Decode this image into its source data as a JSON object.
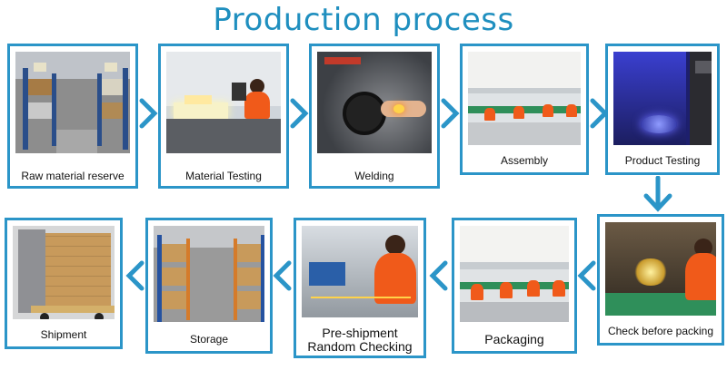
{
  "title": "Production process",
  "steps": [
    {
      "id": "raw-material-reserve",
      "label": "Raw material reserve",
      "photo": "warehouse-shelves"
    },
    {
      "id": "material-testing",
      "label": "Material Testing",
      "photo": "worker-at-light-panel"
    },
    {
      "id": "welding",
      "label": "Welding",
      "photo": "hands-soldering-leds"
    },
    {
      "id": "assembly",
      "label": "Assembly",
      "photo": "assembly-line-workers"
    },
    {
      "id": "product-testing",
      "label": "Product Testing",
      "photo": "blue-led-test-room"
    },
    {
      "id": "check-before-packing",
      "label": "Check before packing",
      "photo": "worker-inspecting-lights"
    },
    {
      "id": "packaging",
      "label": "Packaging",
      "photo": "packaging-line-workers"
    },
    {
      "id": "pre-shipment-random-checking",
      "label": "Pre-shipment\nRandom Checking",
      "photo": "worker-checking-string-lights"
    },
    {
      "id": "storage",
      "label": "Storage",
      "photo": "stacked-cartons-racks"
    },
    {
      "id": "shipment",
      "label": "Shipment",
      "photo": "container-truck-loaded"
    }
  ],
  "colors": {
    "accent": "#2b95c8",
    "title": "#1f8fbf",
    "worker_uniform": "#f05a1a"
  }
}
